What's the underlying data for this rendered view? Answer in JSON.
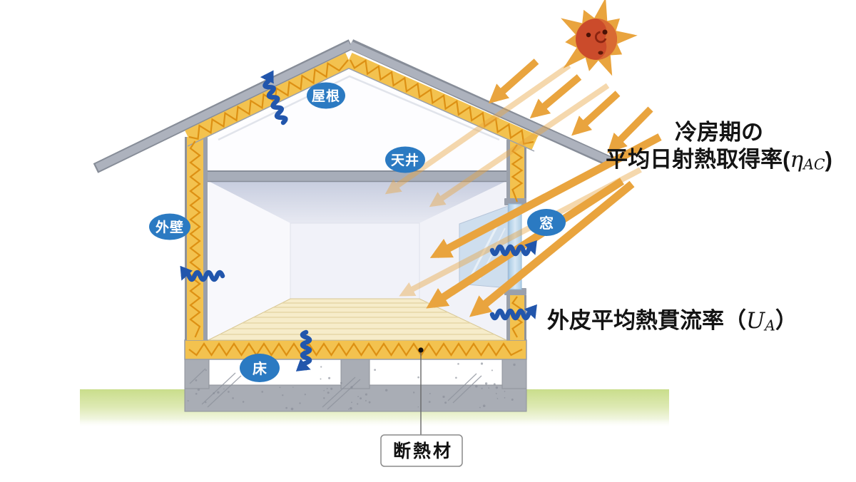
{
  "labels": {
    "roof": "屋根",
    "ceiling": "天井",
    "outer_wall": "外壁",
    "window": "窓",
    "floor": "床",
    "insulation": "断熱材"
  },
  "annotations": {
    "cooling_line1": "冷房期の",
    "cooling_line2_prefix": "平均日射熱取得率(",
    "cooling_symbol": "η",
    "cooling_subscript": "AC",
    "cooling_suffix": ")",
    "ua_prefix": "外皮平均熱貫流率（",
    "ua_symbol": "U",
    "ua_subscript": "A",
    "ua_suffix": "）"
  },
  "palette": {
    "insulation_yellow": "#f3c24f",
    "insulation_zigzag": "#dd9013",
    "roof_gray": "#a9aeb9",
    "label_blue": "#2b7ac2",
    "heat_arrow_blue": "#2256ac",
    "sun_ray_orange": "#e9a43e",
    "sun_core_red": "#cb4b2b",
    "ground_green": "#c8dd8a",
    "concrete_gray": "#a9adb5",
    "wood_floor": "#f6ecca",
    "glass_blue": "#bcd6ea"
  }
}
